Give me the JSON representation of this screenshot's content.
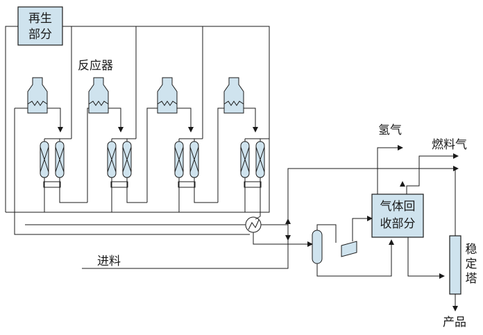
{
  "labels": {
    "regen_line1": "再生",
    "regen_line2": "部分",
    "reactor": "反应器",
    "feed": "进料",
    "hydrogen": "氢气",
    "fuel_gas": "燃料气",
    "gas_recovery_line1": "气体回",
    "gas_recovery_line2": "收部分",
    "stabilizer_1": "稳",
    "stabilizer_2": "定",
    "stabilizer_3": "塔",
    "product": "产品"
  },
  "colors": {
    "fill": "#cfe3ee",
    "line": "#1a1a1a"
  }
}
